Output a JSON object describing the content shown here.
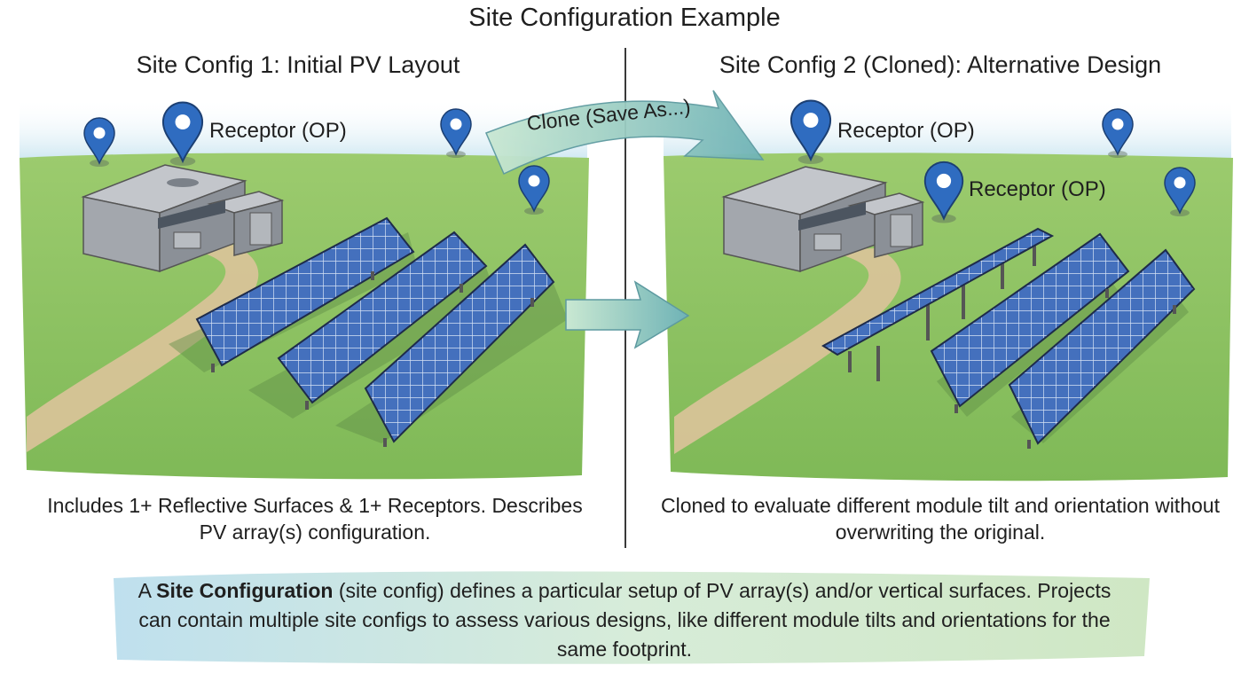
{
  "title": "Site Configuration Example",
  "panels": [
    {
      "title": "Site Config 1: Initial PV Layout",
      "receptor_label": "Receptor (OP)",
      "caption": "Includes 1+ Reflective Surfaces & 1+ Receptors. Describes PV array(s) configuration."
    },
    {
      "title": "Site Config 2 (Cloned): Alternative Design",
      "receptor_labels": [
        "Receptor (OP)",
        "Receptor (OP)"
      ],
      "caption": "Cloned to evaluate different module tilt and orientation without overwriting the original."
    }
  ],
  "clone_arrow_label": "Clone (Save As...)",
  "note": {
    "prefix": "A ",
    "term": "Site Configuration",
    "rest": " (site config) defines a particular setup of PV array(s) and/or vertical surfaces. Projects can contain multiple site configs to assess various designs, like different module tilts and orientations for the same footprint."
  },
  "colors": {
    "grass": "#8cc063",
    "sky": "#d6ecf3",
    "panel": "#3f68b4",
    "pin": "#2f6cc0",
    "arrow": "#7cc0b4",
    "path": "#dcc39a",
    "building": "#9ea2a8"
  }
}
